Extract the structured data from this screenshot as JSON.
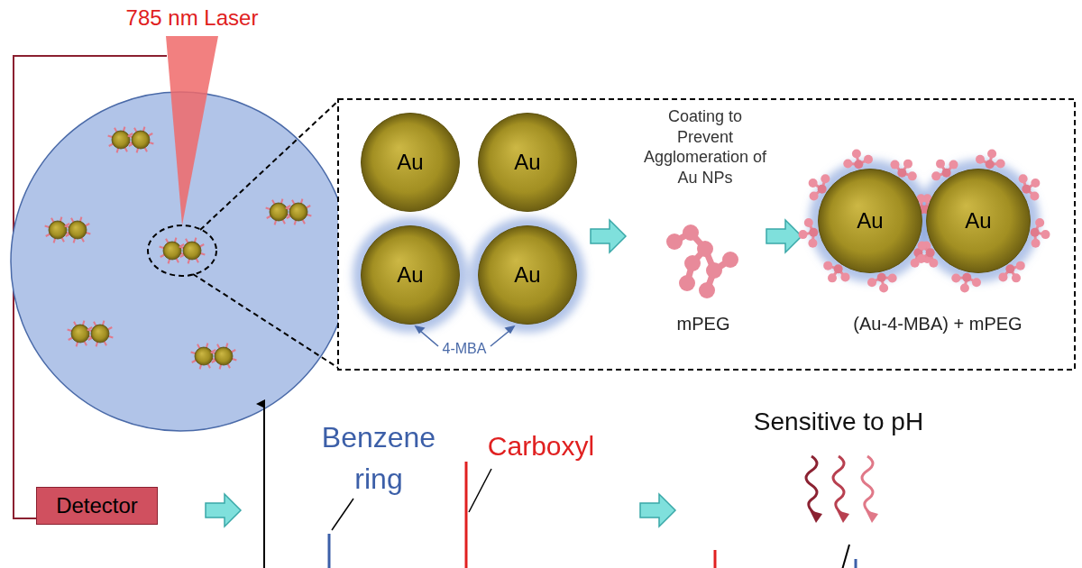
{
  "diagram": {
    "nodes": [
      {
        "text": [
          "Au"
        ]
      },
      {
        "text": [
          "Au"
        ]
      },
      {
        "text": [
          "Au"
        ]
      },
      {
        "text": [
          "Au"
        ]
      },
      {
        "text": [
          "Au"
        ]
      },
      {
        "text": [
          "Au"
        ]
      },
      {
        "text": [
          "Detector"
        ]
      }
    ],
    "labels": [
      "785 nm Laser",
      "Coating to Prevent Agglomeration of Au NPs",
      "mPEG",
      "(Au-4-MBA) + mPEG",
      "4-MBA",
      "Benzene ring",
      "Carboxyl",
      "Sensitive to pH"
    ]
  }
}
